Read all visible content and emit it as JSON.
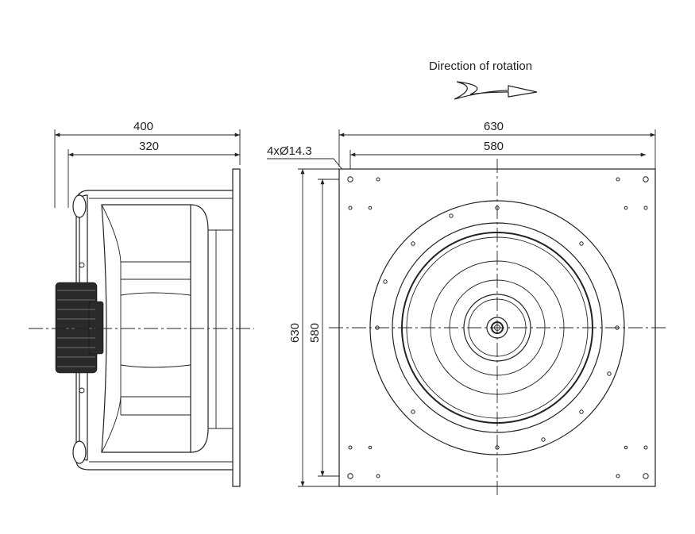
{
  "labels": {
    "rotation": "Direction of rotation",
    "side_overall_width": "400",
    "side_inner_width": "320",
    "front_overall_width": "630",
    "front_hole_spacing": "580",
    "front_overall_height": "630",
    "front_hole_spacing_vertical": "580",
    "mounting_holes": "4xØ14.3"
  }
}
